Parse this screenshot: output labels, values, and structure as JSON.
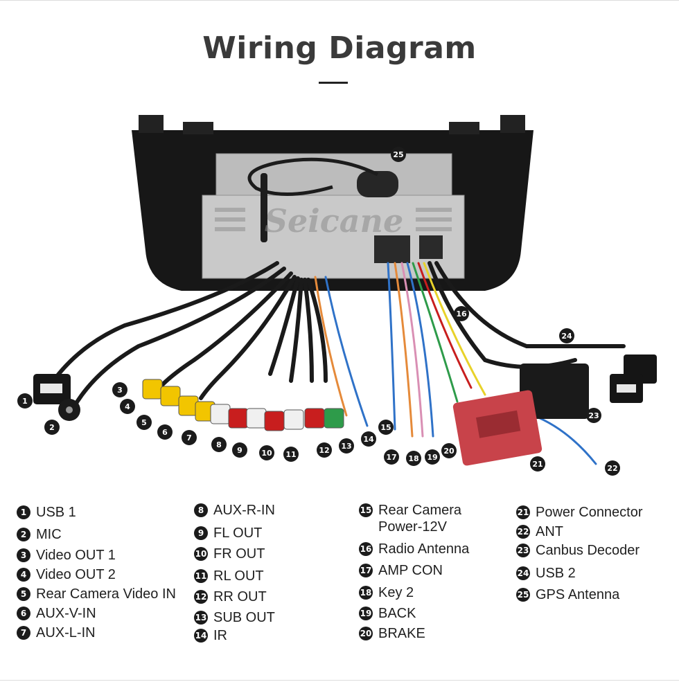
{
  "header": {
    "title": "Wiring Diagram"
  },
  "watermark": "Seicane",
  "diagram_callouts": [
    "1",
    "2",
    "3",
    "4",
    "5",
    "6",
    "7",
    "8",
    "9",
    "10",
    "11",
    "12",
    "13",
    "14",
    "15",
    "16",
    "17",
    "18",
    "19",
    "20",
    "21",
    "22",
    "23",
    "24",
    "25"
  ],
  "legend": [
    {
      "num": "1",
      "label": "USB 1"
    },
    {
      "num": "2",
      "label": "MIC"
    },
    {
      "num": "3",
      "label": "Video OUT 1"
    },
    {
      "num": "4",
      "label": "Video OUT 2"
    },
    {
      "num": "5",
      "label": "Rear Camera Video IN"
    },
    {
      "num": "6",
      "label": "AUX-V-IN"
    },
    {
      "num": "7",
      "label": "AUX-L-IN"
    },
    {
      "num": "8",
      "label": "AUX-R-IN"
    },
    {
      "num": "9",
      "label": "FL OUT"
    },
    {
      "num": "10",
      "label": "FR OUT"
    },
    {
      "num": "11",
      "label": "RL OUT"
    },
    {
      "num": "12",
      "label": "RR OUT"
    },
    {
      "num": "13",
      "label": "SUB OUT"
    },
    {
      "num": "14",
      "label": "IR"
    },
    {
      "num": "15",
      "label": "Rear Camera Power-12V"
    },
    {
      "num": "16",
      "label": "Radio Antenna"
    },
    {
      "num": "17",
      "label": "AMP CON"
    },
    {
      "num": "18",
      "label": "Key 2"
    },
    {
      "num": "19",
      "label": "BACK"
    },
    {
      "num": "20",
      "label": "BRAKE"
    },
    {
      "num": "21",
      "label": "Power Connector"
    },
    {
      "num": "22",
      "label": "ANT"
    },
    {
      "num": "23",
      "label": "Canbus Decoder"
    },
    {
      "num": "24",
      "label": "USB 2"
    },
    {
      "num": "25",
      "label": "GPS Antenna"
    }
  ],
  "colors": {
    "frame": "#151515",
    "chassis": "#c9c9c9",
    "rca_yellow": "#f2c500",
    "rca_white": "#f0f0f0",
    "rca_red": "#c81e1e",
    "rca_green": "#2e9b4a",
    "power_connector": "#c8434a",
    "wire_blue": "#2f72c8"
  }
}
